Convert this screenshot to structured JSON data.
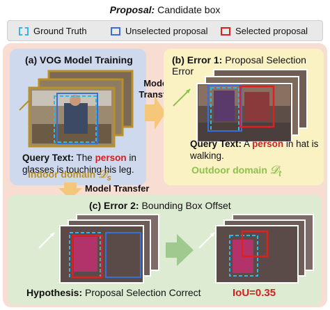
{
  "header": {
    "title_bold": "Proposal:",
    "title_rest": " Candidate box"
  },
  "legend": [
    {
      "label": "Ground Truth",
      "style": "dashed",
      "color": "#2fb8e6"
    },
    {
      "label": "Unselected proposal",
      "style": "solid",
      "color": "#3a6fd8"
    },
    {
      "label": "Selected proposal",
      "style": "solid",
      "color": "#e02020"
    }
  ],
  "panel_a": {
    "title": "(a) VOG Model Training",
    "query_bold": "Query Text:",
    "query_before": " The ",
    "query_highlight": "person",
    "query_after": " in glasses is touching his leg.",
    "domain_label": "Indoor domain",
    "domain_symbol": "𝓓",
    "domain_sub": "s"
  },
  "transfer_right": {
    "line1": "Model",
    "line2": "Transfer"
  },
  "transfer_down": {
    "label": "Model Transfer"
  },
  "panel_b": {
    "title_bold": "(b) Error 1:",
    "title_rest": " Proposal Selection Error",
    "query_bold": "Query Text:",
    "query_before": " A ",
    "query_highlight": "person",
    "query_after": " in hat is walking.",
    "domain_label": "Outdoor domain",
    "domain_symbol": "𝓓",
    "domain_sub": "t"
  },
  "panel_c": {
    "title_bold": "(c) Error 2:",
    "title_rest": " Bounding Box Offset",
    "hypothesis_bold": "Hypothesis:",
    "hypothesis_rest": " Proposal Selection Correct",
    "iou": "IoU=0.35"
  },
  "colors": {
    "ground_truth": "#2fb8e6",
    "unselected": "#3a6fd8",
    "selected": "#e02020",
    "indoor_frame": "#b8902a",
    "outdoor_domain": "#8bc34a",
    "arrow_orange": "#f5c77a",
    "arrow_green": "#9fc98f"
  }
}
